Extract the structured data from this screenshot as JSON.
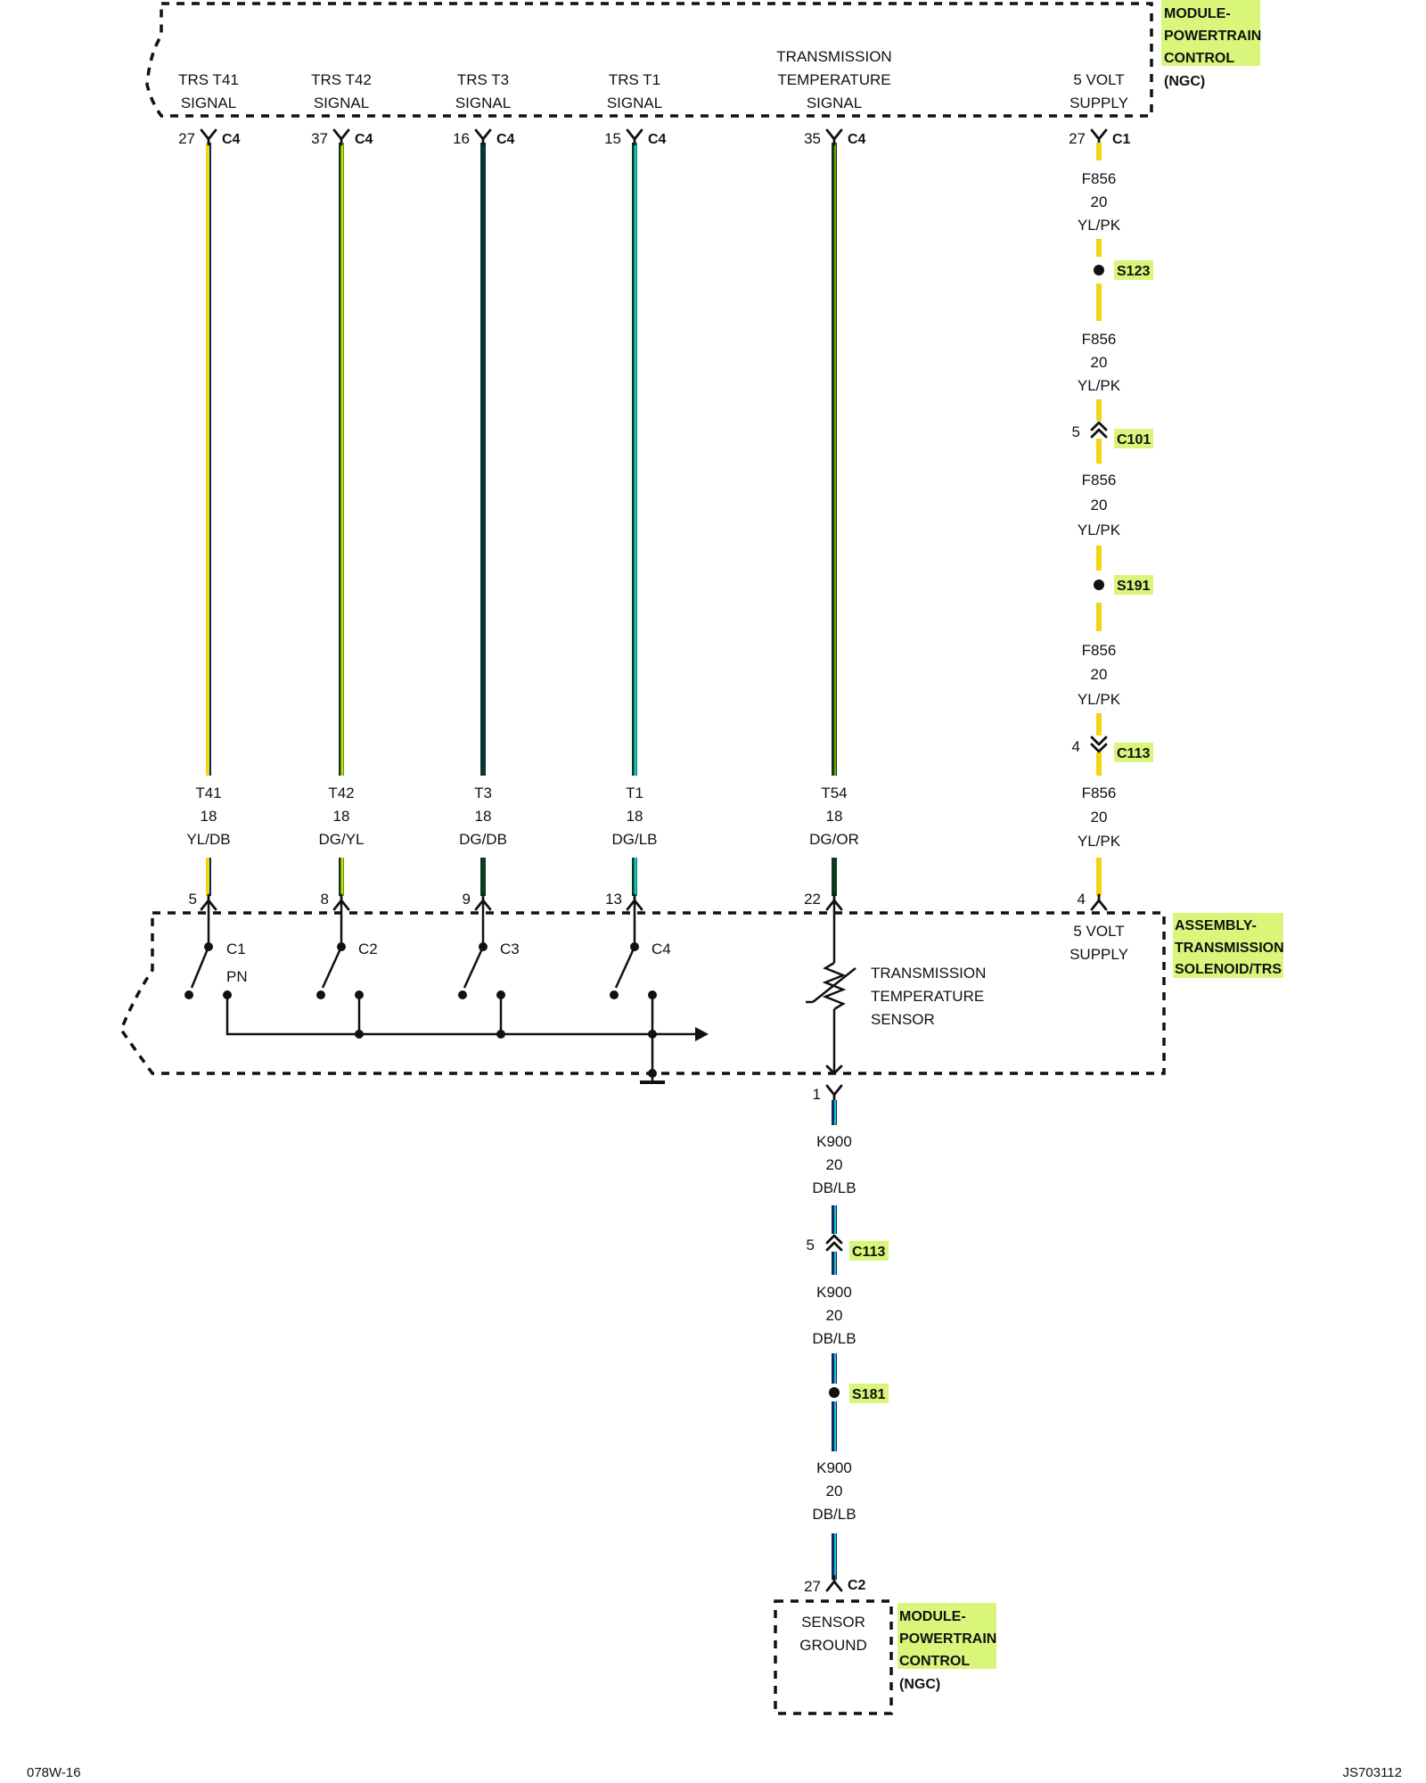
{
  "colors": {
    "highlight": "#d9f57a",
    "yellow": "#f2d411",
    "yellow_green": "#c7e000",
    "dark_green": "#0b3b1e",
    "light_blue": "#19c6c6",
    "orange": "#e08a00",
    "dark_blue": "#0a2a66",
    "pink": "#f47aa8",
    "black": "#111111"
  },
  "pcm_top": {
    "name_lines": [
      "MODULE-",
      "POWERTRAIN",
      "CONTROL"
    ],
    "variant": "(NGC)",
    "signals": [
      {
        "lines": [
          "TRS T41",
          "SIGNAL"
        ],
        "pin": "27",
        "conn": "C4"
      },
      {
        "lines": [
          "TRS T42",
          "SIGNAL"
        ],
        "pin": "37",
        "conn": "C4"
      },
      {
        "lines": [
          "TRS T3",
          "SIGNAL"
        ],
        "pin": "16",
        "conn": "C4"
      },
      {
        "lines": [
          "TRS T1",
          "SIGNAL"
        ],
        "pin": "15",
        "conn": "C4"
      },
      {
        "lines": [
          "TRANSMISSION",
          "TEMPERATURE",
          "SIGNAL"
        ],
        "pin": "35",
        "conn": "C4"
      },
      {
        "lines": [
          "5 VOLT",
          "SUPPLY"
        ],
        "pin": "27",
        "conn": "C1"
      }
    ]
  },
  "wires": [
    {
      "circuit": "T41",
      "gauge": "18",
      "color": "YL/DB",
      "pin": "5"
    },
    {
      "circuit": "T42",
      "gauge": "18",
      "color": "DG/YL",
      "pin": "8"
    },
    {
      "circuit": "T3",
      "gauge": "18",
      "color": "DG/DB",
      "pin": "9"
    },
    {
      "circuit": "T1",
      "gauge": "18",
      "color": "DG/LB",
      "pin": "13"
    },
    {
      "circuit": "T54",
      "gauge": "18",
      "color": "DG/OR",
      "pin": "22"
    }
  ],
  "supply": {
    "segments": [
      {
        "circuit": "F856",
        "gauge": "20",
        "color": "YL/PK"
      },
      {
        "circuit": "F856",
        "gauge": "20",
        "color": "YL/PK"
      },
      {
        "circuit": "F856",
        "gauge": "20",
        "color": "YL/PK"
      },
      {
        "circuit": "F856",
        "gauge": "20",
        "color": "YL/PK"
      },
      {
        "circuit": "F856",
        "gauge": "20",
        "color": "YL/PK"
      }
    ],
    "splice1": "S123",
    "connector1": {
      "pin": "5",
      "name": "C101"
    },
    "splice2": "S191",
    "connector2": {
      "pin": "4",
      "name": "C113"
    },
    "bottom_pin": "4"
  },
  "trs_assembly": {
    "name_lines": [
      "ASSEMBLY-",
      "TRANSMISSION",
      "SOLENOID/TRS"
    ],
    "switches": [
      "C1",
      "C2",
      "C3",
      "C4"
    ],
    "pn_label": "PN",
    "sensor_lines": [
      "TRANSMISSION",
      "TEMPERATURE",
      "SENSOR"
    ],
    "supply_lines": [
      "5 VOLT",
      "SUPPLY"
    ]
  },
  "ground": {
    "top_pin": "1",
    "segments": [
      {
        "circuit": "K900",
        "gauge": "20",
        "color": "DB/LB"
      },
      {
        "circuit": "K900",
        "gauge": "20",
        "color": "DB/LB"
      },
      {
        "circuit": "K900",
        "gauge": "20",
        "color": "DB/LB"
      }
    ],
    "connector": {
      "pin": "5",
      "name": "C113"
    },
    "splice": "S181",
    "pcm_pin": "27",
    "pcm_conn": "C2"
  },
  "pcm_bottom": {
    "label_lines": [
      "SENSOR",
      "GROUND"
    ],
    "name_lines": [
      "MODULE-",
      "POWERTRAIN",
      "CONTROL"
    ],
    "variant": "(NGC)"
  },
  "footer": {
    "left": "078W-16",
    "right": "JS703112"
  }
}
